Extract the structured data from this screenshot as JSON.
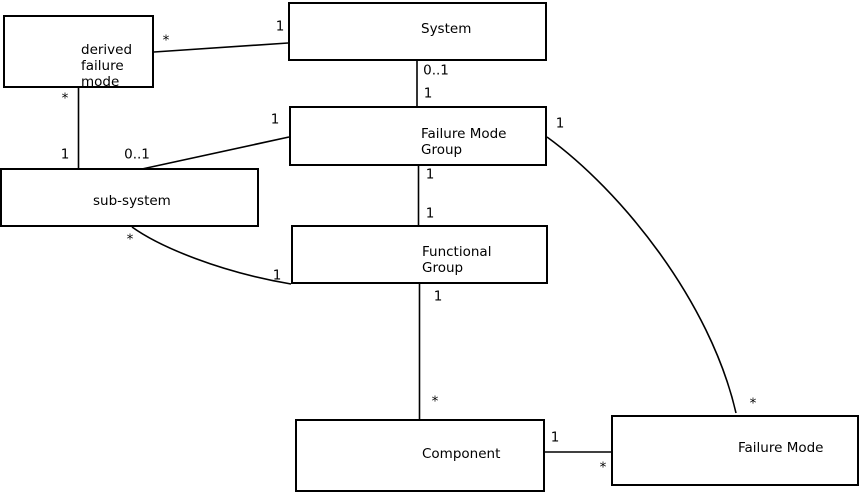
{
  "diagram_type": "uml-class-association-diagram",
  "colors": {
    "background": "#ffffff",
    "line": "#000000",
    "text": "#000000"
  },
  "entities": {
    "derived_failure_mode": {
      "lines": [
        "derived",
        "failure",
        "mode"
      ]
    },
    "system": {
      "label": "System"
    },
    "failure_mode_group": {
      "lines": [
        "Failure Mode",
        "Group"
      ]
    },
    "sub_system": {
      "label": "sub-system"
    },
    "functional_group": {
      "lines": [
        "Functional",
        "Group"
      ]
    },
    "component": {
      "label": "Component"
    },
    "failure_mode": {
      "label": "Failure Mode"
    }
  },
  "relationships": [
    {
      "from": "derived failure mode",
      "to": "System",
      "from_card": "*",
      "to_card": "1",
      "shape": "line"
    },
    {
      "from": "derived failure mode",
      "to": "sub-system",
      "from_card": "*",
      "to_card": "1",
      "shape": "line"
    },
    {
      "from": "System",
      "to": "Failure Mode Group",
      "from_card": "0..1",
      "to_card": "1",
      "shape": "line"
    },
    {
      "from": "sub-system",
      "to": "Failure Mode Group",
      "from_card": "0..1",
      "to_card": "1",
      "shape": "line"
    },
    {
      "from": "Failure Mode Group",
      "to": "Functional Group",
      "from_card": "1",
      "to_card": "1",
      "shape": "line"
    },
    {
      "from": "sub-system",
      "to": "Functional Group",
      "from_card": "*",
      "to_card": "1",
      "shape": "curve"
    },
    {
      "from": "Functional Group",
      "to": "Component",
      "from_card": "1",
      "to_card": "*",
      "shape": "line"
    },
    {
      "from": "Component",
      "to": "Failure Mode",
      "from_card": "1",
      "to_card": "*",
      "shape": "line"
    },
    {
      "from": "Failure Mode Group",
      "to": "Failure Mode",
      "from_card": "1",
      "to_card": "*",
      "shape": "curve"
    }
  ]
}
